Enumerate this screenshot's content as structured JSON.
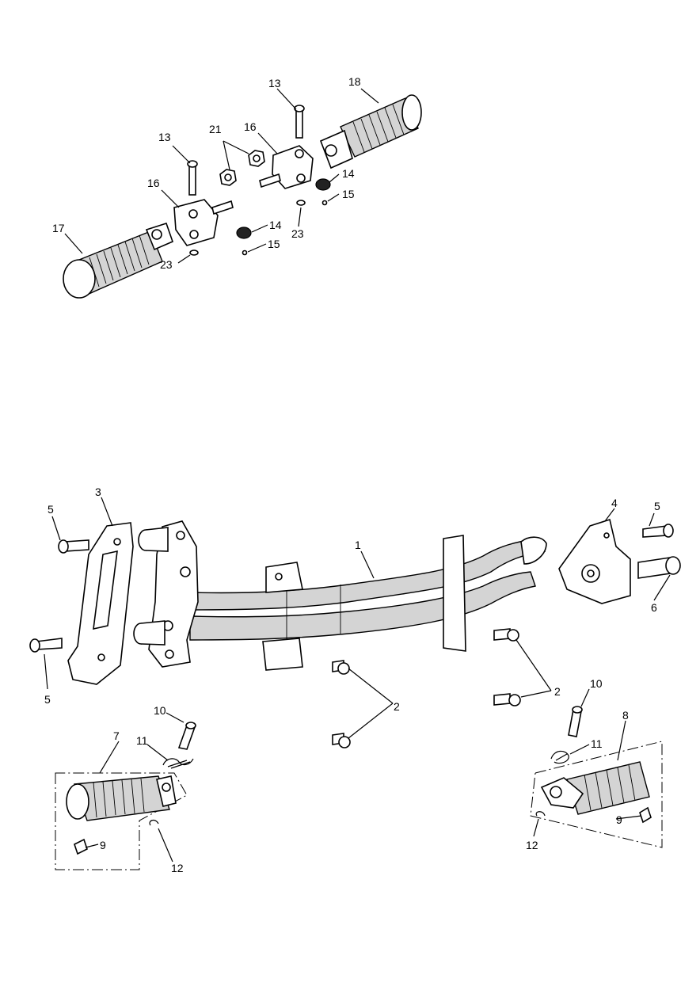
{
  "callouts": {
    "c1": "1",
    "c2a": "2",
    "c2b": "2",
    "c3": "3",
    "c4": "4",
    "c5a": "5",
    "c5b": "5",
    "c5c": "5",
    "c6": "6",
    "c7": "7",
    "c8": "8",
    "c9a": "9",
    "c9b": "9",
    "c10a": "10",
    "c10b": "10",
    "c11a": "11",
    "c11b": "11",
    "c12a": "12",
    "c12b": "12",
    "c13a": "13",
    "c13b": "13",
    "c14a": "14",
    "c14b": "14",
    "c15a": "15",
    "c15b": "15",
    "c16a": "16",
    "c16b": "16",
    "c17": "17",
    "c18": "18",
    "c21": "21",
    "c23a": "23",
    "c23b": "23"
  }
}
